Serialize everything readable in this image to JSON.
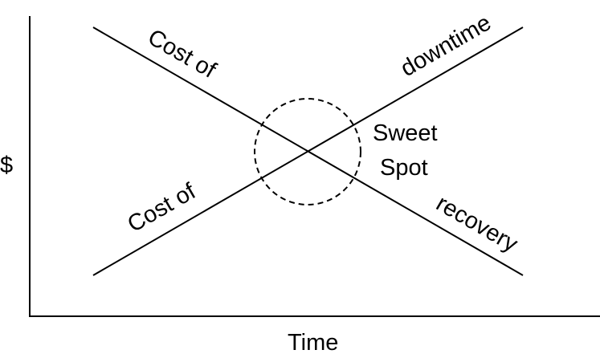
{
  "colors": {
    "stroke": "#000000",
    "background": "#ffffff"
  },
  "axes": {
    "y_label": "$",
    "x_label": "Time"
  },
  "lines": {
    "cost_of_downtime": {
      "label_part1": "Cost of",
      "label_part2": "downtime"
    },
    "cost_of_recovery": {
      "label_part1": "Cost of",
      "label_part2": "recovery"
    }
  },
  "sweet_spot": {
    "label_line1": "Sweet",
    "label_line2": "Spot"
  }
}
